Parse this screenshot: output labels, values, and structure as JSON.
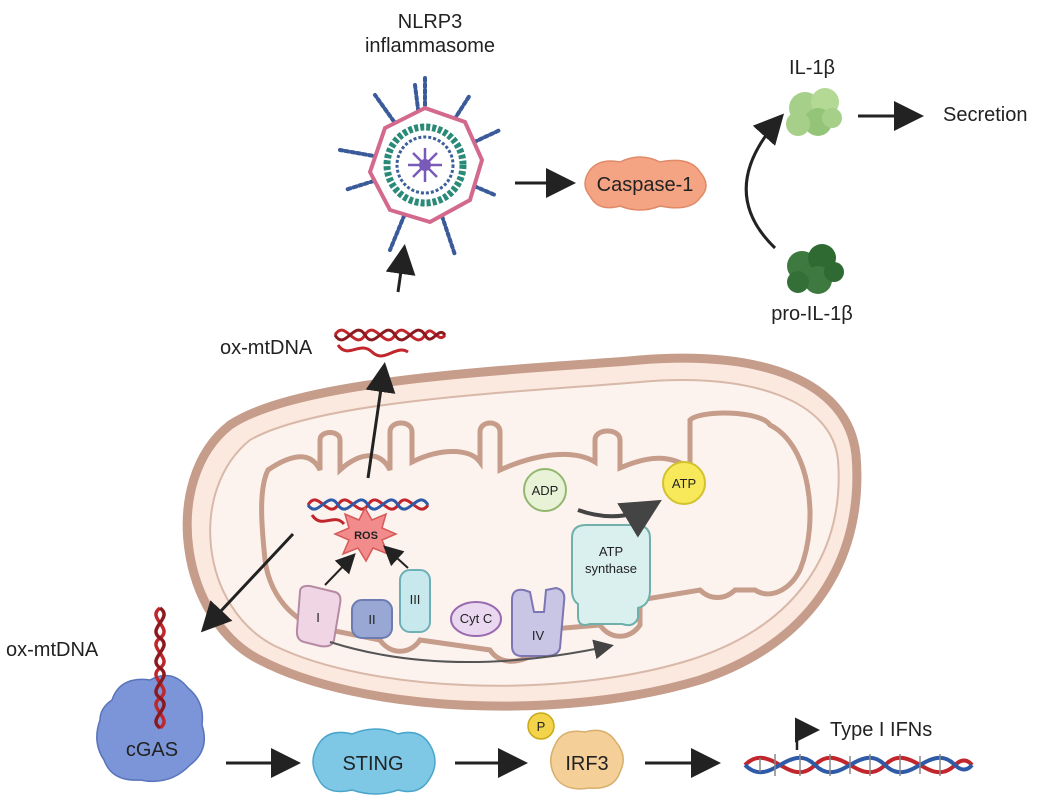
{
  "labels": {
    "nlrp3_line1": "NLRP3",
    "nlrp3_line2": "inflammasome",
    "caspase1": "Caspase-1",
    "il1b": "IL-1β",
    "pro_il1b": "pro-IL-1β",
    "secretion": "Secretion",
    "ox_mtdna_top": "ox-mtDNA",
    "ox_mtdna_left": "ox-mtDNA",
    "ros": "ROS",
    "adp": "ADP",
    "atp": "ATP",
    "atp_synthase_line1": "ATP",
    "atp_synthase_line2": "synthase",
    "complex_i": "I",
    "complex_ii": "II",
    "complex_iii": "III",
    "cyt_c": "Cyt C",
    "complex_iv": "IV",
    "cgas": "cGAS",
    "sting": "STING",
    "irf3": "IRF3",
    "phospho": "P",
    "type_i_ifns": "Type I IFNs"
  },
  "colors": {
    "mito_outer": "#c69c8a",
    "mito_fill": "#fbe8de",
    "caspase": "#f4a383",
    "il1b": "#a6d08a",
    "pro_il1b": "#3e7a3f",
    "cgas": "#7b95d8",
    "sting": "#7ec8e6",
    "irf3": "#f4cf97",
    "phospho": "#f3d34a",
    "dna_red": "#c0262c",
    "dna_blue": "#2e5aa8"
  }
}
